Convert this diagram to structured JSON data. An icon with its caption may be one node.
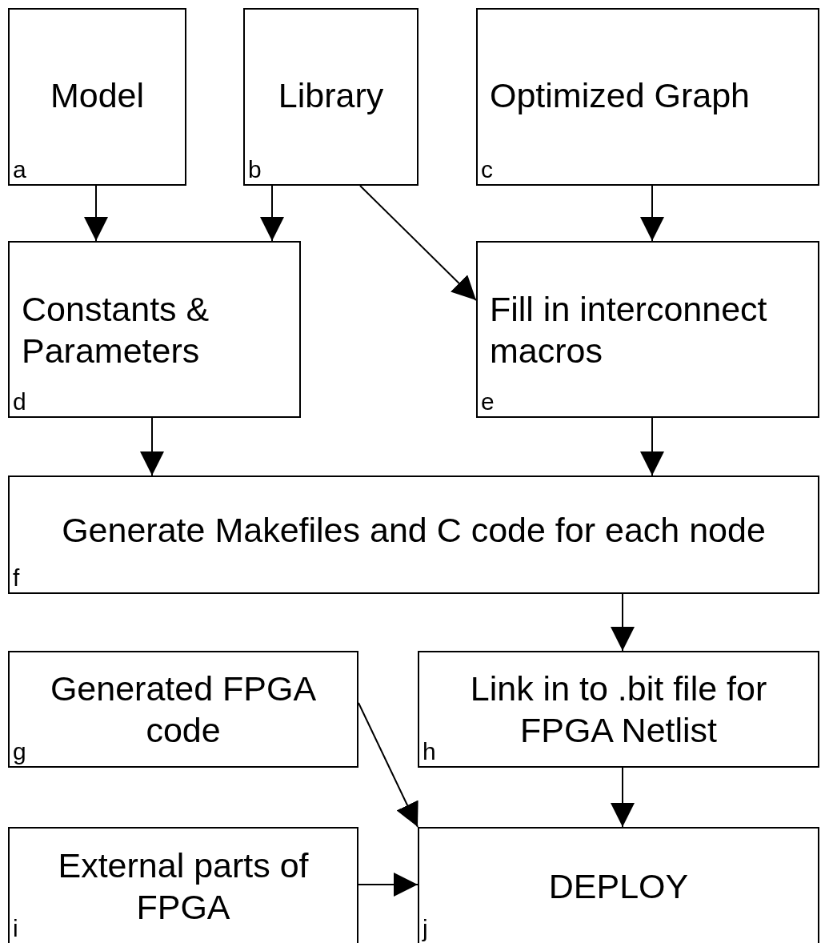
{
  "diagram": {
    "nodes": [
      {
        "text": [
          "Model",
          "a"
        ]
      },
      {
        "text": [
          "Library",
          "b"
        ]
      },
      {
        "text": [
          "Optimized Graph",
          "c"
        ]
      },
      {
        "text": [
          "Constants & Parameters",
          "d"
        ]
      },
      {
        "text": [
          "Fill in interconnect macros",
          "e"
        ]
      },
      {
        "text": [
          "Generate Makefiles and C code for each node",
          "f"
        ]
      },
      {
        "text": [
          "Generated FPGA code",
          "g"
        ]
      },
      {
        "text": [
          "Link in to .bit file for FPGA Netlist",
          "h"
        ]
      },
      {
        "text": [
          "External parts of FPGA",
          "i"
        ]
      },
      {
        "text": [
          "DEPLOY",
          "j"
        ]
      }
    ],
    "edges": [
      {
        "from": 0,
        "to": 3,
        "arrow": "to"
      },
      {
        "from": 1,
        "to": 3,
        "arrow": "to"
      },
      {
        "from": 1,
        "to": 4,
        "arrow": "to"
      },
      {
        "from": 2,
        "to": 4,
        "arrow": "to"
      },
      {
        "from": 3,
        "to": 5,
        "arrow": "to"
      },
      {
        "from": 4,
        "to": 5,
        "arrow": "to"
      },
      {
        "from": 5,
        "to": 7,
        "arrow": "to"
      },
      {
        "from": 6,
        "to": 9,
        "arrow": "to"
      },
      {
        "from": 7,
        "to": 9,
        "arrow": "to"
      },
      {
        "from": 8,
        "to": 9,
        "arrow": "to"
      }
    ]
  }
}
